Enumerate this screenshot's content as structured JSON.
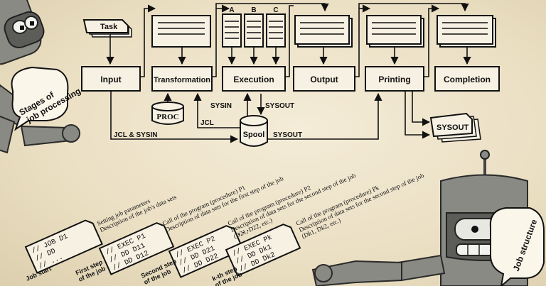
{
  "diagram": {
    "stages": [
      {
        "id": "input",
        "label": "Input"
      },
      {
        "id": "transformation",
        "label": "Transformation"
      },
      {
        "id": "execution",
        "label": "Execution"
      },
      {
        "id": "output",
        "label": "Output"
      },
      {
        "id": "printing",
        "label": "Printing"
      },
      {
        "id": "completion",
        "label": "Completion"
      }
    ],
    "task_label": "Task",
    "proc_label": "PROC",
    "spool_label": "Spool",
    "sysout_doc_label": "SYSOUT",
    "queue_letters": [
      "A",
      "B",
      "C"
    ],
    "edge_labels": {
      "sysin": "SYSIN",
      "sysout_up": "SYSOUT",
      "jcl": "JCL",
      "jcl_sysin": "JCL & SYSIN",
      "sysout": "SYSOUT"
    }
  },
  "bubbles": {
    "top": "Stages of\njob processing",
    "bottom": "Job structure"
  },
  "job_structure": {
    "cards": [
      {
        "lines": [
          "// JOB    D1",
          "// DD",
          "// ..."
        ],
        "caption": "Job start",
        "desc": [
          "Setting job parameters",
          "Description of the job's data sets"
        ]
      },
      {
        "lines": [
          "// EXEC P1",
          "// DD    D11",
          "// DD    D12"
        ],
        "caption": "First step\nof the job",
        "desc": [
          "Call of the program (procedure) P1",
          "Description of data sets for the first step of the job"
        ]
      },
      {
        "lines": [
          "// EXEC P2",
          "// DD    D21",
          "// DD    D22"
        ],
        "caption": "Second step\nof the job",
        "desc": [
          "Call of the program (procedure) P2",
          "Description of data sets for the second step of the job",
          "(D21, D22, etc.)"
        ]
      },
      {
        "lines": [
          "// EXEC Pk",
          "// DD    Dk1",
          "// DD    Dk2"
        ],
        "caption": "k-th step\nof the job",
        "desc": [
          "Call of the program (procedure) Pk",
          "Description of data sets for the second step of the job",
          "(Dk1, Dk2, etc.)"
        ]
      }
    ],
    "ellipsis": ". . ."
  }
}
